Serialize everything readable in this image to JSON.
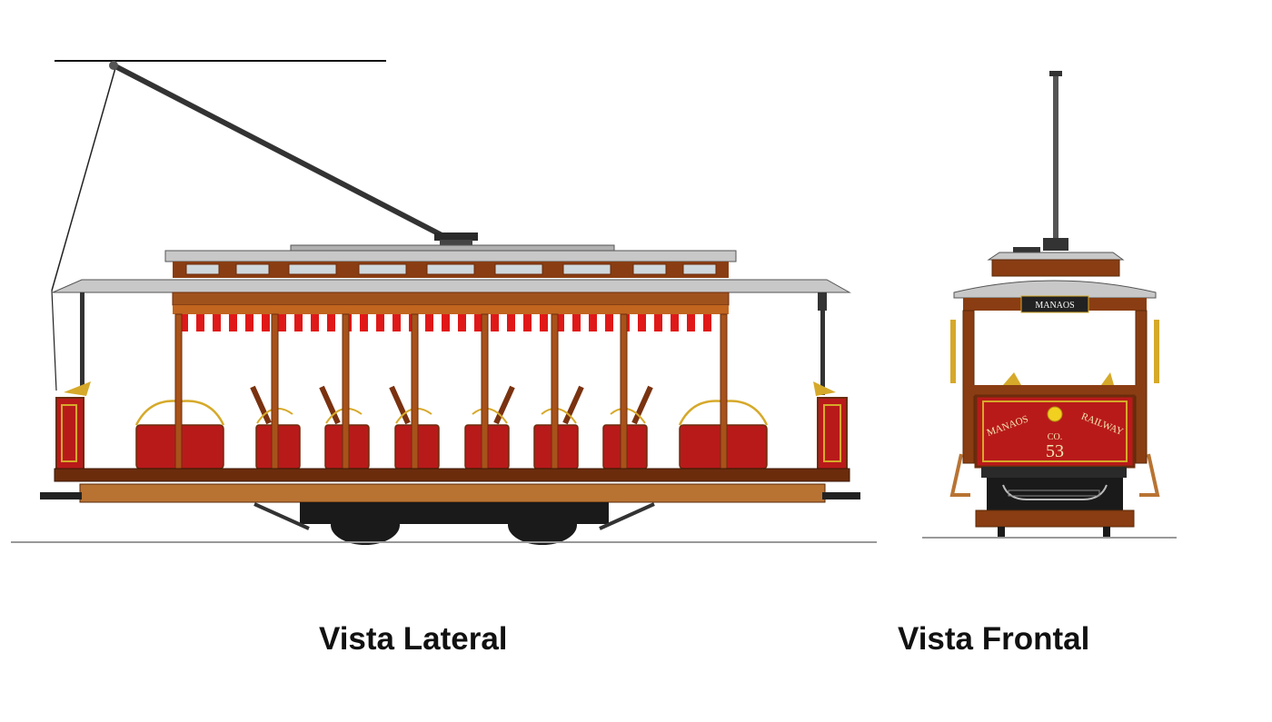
{
  "captions": {
    "side_view": "Vista Lateral",
    "front_view": "Vista Frontal"
  },
  "front_view": {
    "destination_sign": "MANAOS",
    "dash_panel": {
      "left_text": "MANAOS",
      "right_text": "RAILWAY",
      "center_text": "CO.",
      "car_number": "53"
    }
  },
  "colors": {
    "car_red": "#b81a1a",
    "wood_brown": "#8a3d12",
    "trim_gold": "#d6a92a",
    "roof_grey": "#c8c8c8",
    "truck_black": "#1a1a1a",
    "awning_red": "#e01818"
  }
}
